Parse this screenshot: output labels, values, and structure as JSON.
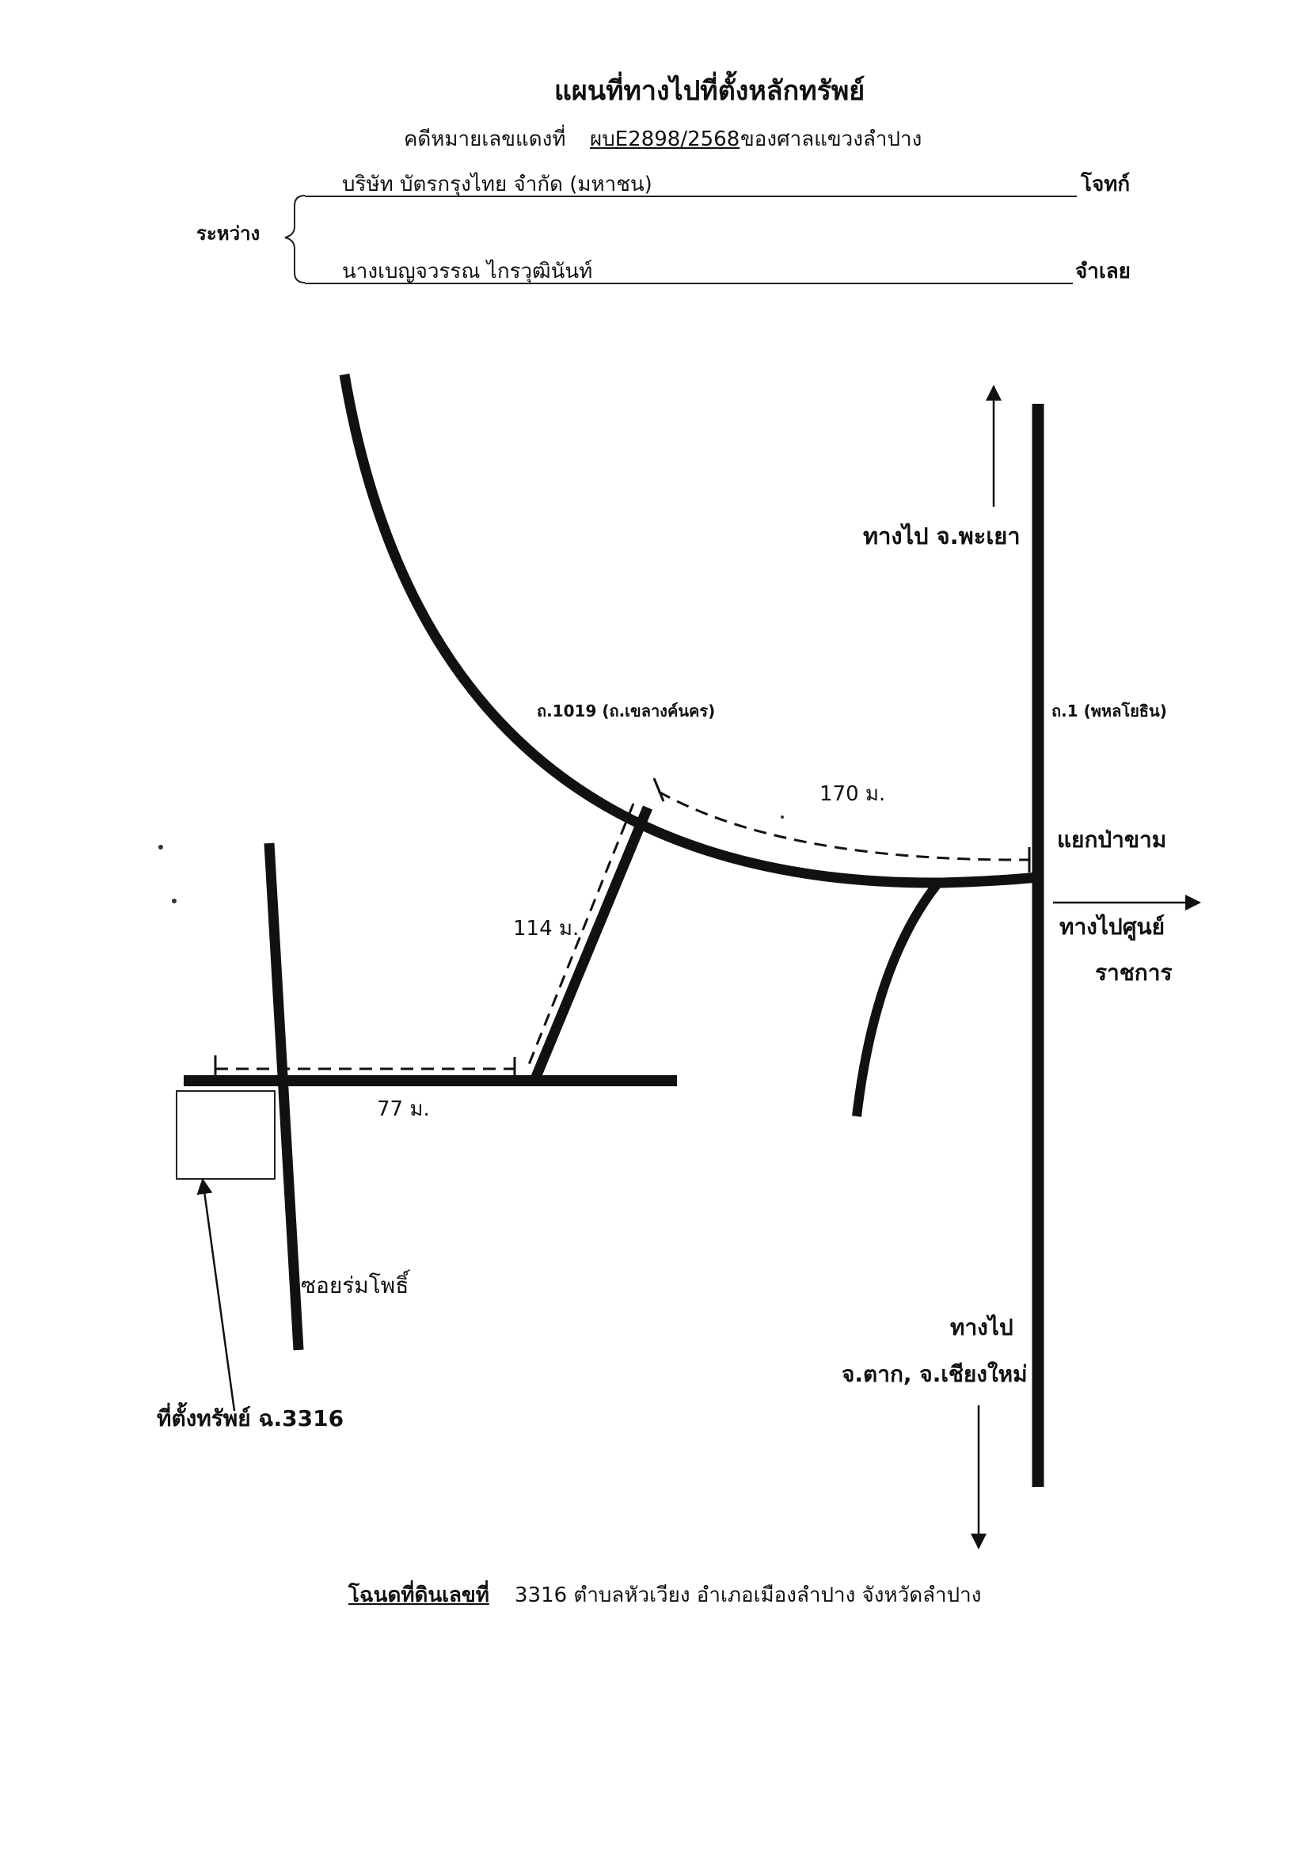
{
  "header": {
    "title": "แผนที่ทางไปที่ตั้งหลักทรัพย์",
    "case_label": "คดีหมายเลขแดงที่",
    "case_number": "ผบE2898/2568",
    "court": "ของศาลแขวงลำปาง",
    "between_label": "ระหว่าง",
    "plaintiff_name": "บริษัท บัตรกรุงไทย จำกัด (มหาชน)",
    "plaintiff_role": "โจทก์",
    "defendant_name": "นางเบญจวรรณ ไกรวุฒินันท์",
    "defendant_role": "จำเลย"
  },
  "map": {
    "road_1019": "ถ.1019 (ถ.เขลางค์นคร)",
    "road_1": "ถ.1 (พหลโยธิน)",
    "to_phayao": "ทางไป จ.พะเยา",
    "intersection": "แยกป่าขาม",
    "to_center_line1": "ทางไปศูนย์",
    "to_center_line2": "ราชการ",
    "dist_170": "170 ม.",
    "dist_114": "114 ม.",
    "dist_77": "77 ม.",
    "soi_name": "ซอยร่มโพธิ์",
    "property_label": "ที่ตั้งทรัพย์ ฉ.3316",
    "to_tak_line1": "ทางไป",
    "to_tak_line2": "จ.ตาก, จ.เชียงใหม่"
  },
  "footer": {
    "deed_label": "โฉนดที่ดินเลขที่",
    "deed_detail": "3316 ตำบลหัวเวียง อำเภอเมืองลำปาง จังหวัดลำปาง"
  }
}
